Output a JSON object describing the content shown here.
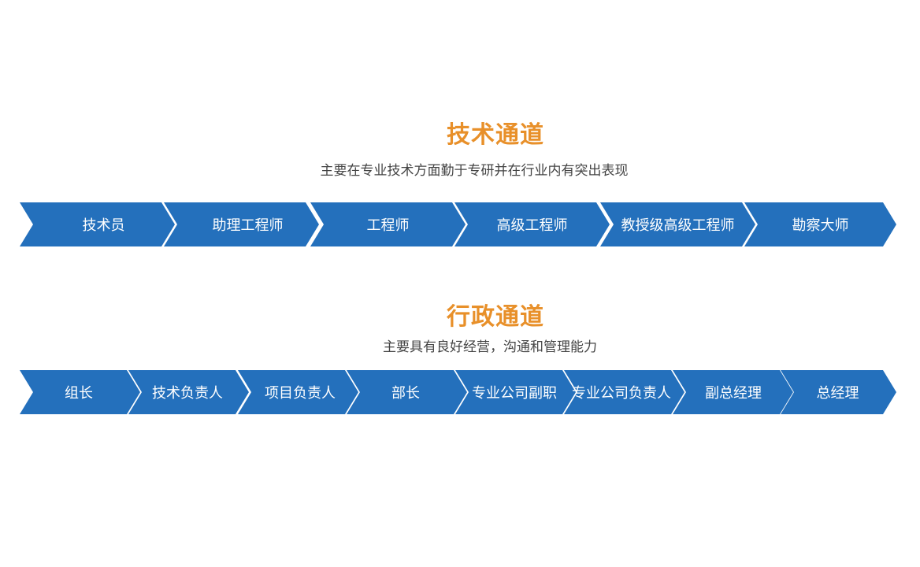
{
  "colors": {
    "title": "#e8902a",
    "description": "#444444",
    "chevron_fill": "#2470bc",
    "chevron_text": "#ffffff"
  },
  "technical": {
    "title": "技术通道",
    "description": "主要在专业技术方面勤于专研并在行业内有突出表现",
    "steps": [
      "技术员",
      "助理工程师",
      "工程师",
      "高级工程师",
      "教授级高级工程师",
      "勘察大师"
    ]
  },
  "administrative": {
    "title": "行政通道",
    "description": "主要具有良好经营，沟通和管理能力",
    "steps": [
      "组长",
      "技术负责人",
      "项目负责人",
      "部长",
      "专业公司副职",
      "专业公司负责人",
      "副总经理",
      "总经理"
    ]
  }
}
